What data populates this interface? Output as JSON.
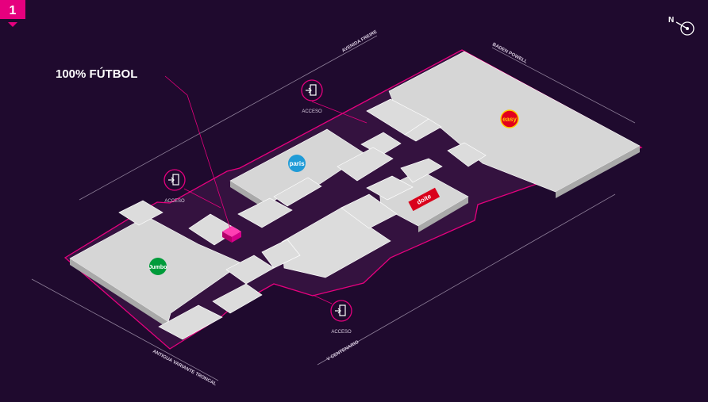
{
  "floor": {
    "number": "1"
  },
  "compass": {
    "label": "N"
  },
  "callout": {
    "label": "100% FÚTBOL"
  },
  "streets": {
    "avenida_freire": "AVENIDA FREIRE",
    "baden_powell": "BADEN POWELL",
    "antigua_variante": "ANTIGUA VARIANTE TRONCAL",
    "v_centenario": "V CENTENARIO"
  },
  "entrances": [
    {
      "label": "ACCESO"
    },
    {
      "label": "ACCESO"
    },
    {
      "label": "ACCESO"
    }
  ],
  "anchors": {
    "easy": "easy",
    "paris": "paris",
    "jumbo": "Jumbo",
    "doite": "doite"
  },
  "colors": {
    "background": "#1f0a2e",
    "accent": "#e6007e",
    "store": "#d6d6d6",
    "easy_brand": "#e3001b",
    "paris_brand": "#1f9bd7",
    "jumbo_brand": "#009b3a",
    "doite_brand": "#d9001b"
  }
}
